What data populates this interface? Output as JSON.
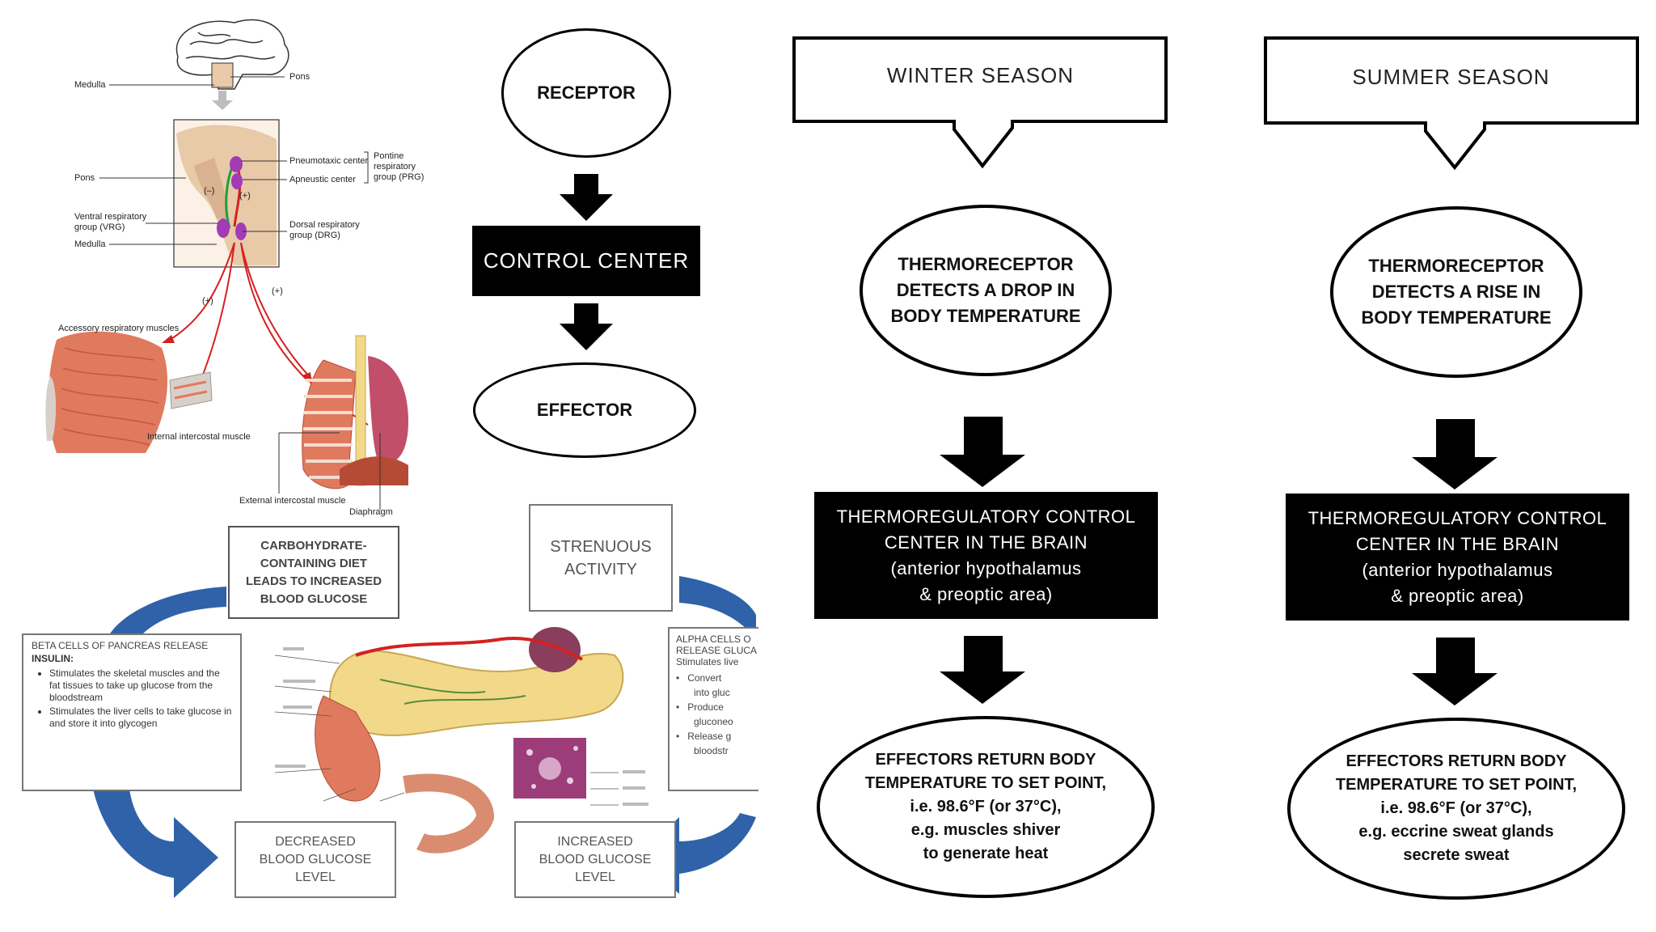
{
  "respiratory": {
    "labels": {
      "medulla_top": "Medulla",
      "pons_top": "Pons",
      "pneumotaxic": "Pneumotaxic center",
      "apneustic": "Apneustic center",
      "prg": "Pontine\nrespiratory\ngroup (PRG)",
      "pons_mid": "Pons",
      "vrg": "Ventral respiratory\ngroup (VRG)",
      "drg": "Dorsal respiratory\ngroup (DRG)",
      "medulla_mid": "Medulla",
      "minus": "(–)",
      "plus_a": "(+)",
      "plus_b": "(+)",
      "plus_c": "(+)",
      "accessory": "Accessory respiratory muscles",
      "internal": "Internal intercostal muscle",
      "external": "External intercostal muscle",
      "diaphragm": "Diaphragm"
    }
  },
  "feedback": {
    "receptor": "RECEPTOR",
    "control_center": "CONTROL CENTER",
    "effector": "EFFECTOR"
  },
  "glucose": {
    "ingestion": "CARBOHYDRATE-\nCONTAINING DIET\nLEADS TO INCREASED\nBLOOD GLUCOSE",
    "strenuous": "STRENUOUS\nACTIVITY",
    "beta_title": "BETA CELLS OF PANCREAS RELEASE",
    "beta_hormone": "INSULIN:",
    "beta_bullets": [
      "Stimulates the skeletal muscles and the fat tissues to take up glucose from the bloodstream",
      "Stimulates the liver cells to take glucose in and store it into glycogen"
    ],
    "alpha_title": "ALPHA CELLS O",
    "alpha_sub": "RELEASE GLUCA",
    "alpha_sub2": "Stimulates live",
    "alpha_bullets": [
      "Convert",
      "into gluc",
      "Produce",
      "gluconeo",
      "Release g",
      "bloodstr"
    ],
    "decreased": "DECREASED\nBLOOD GLUCOSE\nLEVEL",
    "increased": "INCREASED\nBLOOD GLUCOSE\nLEVEL"
  },
  "winter": {
    "season": "WINTER SEASON",
    "receptor": "THERMORECEPTOR\nDETECTS A DROP IN\nBODY TEMPERATURE",
    "control_line1": "THERMOREGULATORY CONTROL\nCENTER IN THE BRAIN",
    "control_line2": "(anterior hypothalamus\n& preoptic area)",
    "effector": "EFFECTORS RETURN BODY\nTEMPERATURE TO SET POINT,\ni.e. 98.6°F (or 37°C),\ne.g. muscles shiver\nto generate heat"
  },
  "summer": {
    "season": "SUMMER SEASON",
    "receptor": "THERMORECEPTOR\nDETECTS A RISE IN\nBODY TEMPERATURE",
    "control_line1": "THERMOREGULATORY CONTROL\nCENTER IN THE BRAIN",
    "control_line2": "(anterior hypothalamus\n& preoptic area)",
    "effector": "EFFECTORS RETURN BODY\nTEMPERATURE TO SET POINT,\ni.e. 98.6°F (or 37°C),\ne.g. eccrine sweat glands\nsecrete sweat"
  },
  "colors": {
    "muscle": "#e07a5f",
    "nerve_red": "#d62020",
    "nerve_green": "#1f9e3a",
    "nucleus_purple": "#a23bb5",
    "arrow_blue": "#2f62a8",
    "brain_tan": "#e8c9a8",
    "lung_pink": "#c24f6a",
    "pancreas_yellow": "#f2d98a",
    "spleen_purple": "#8a3d5c"
  }
}
